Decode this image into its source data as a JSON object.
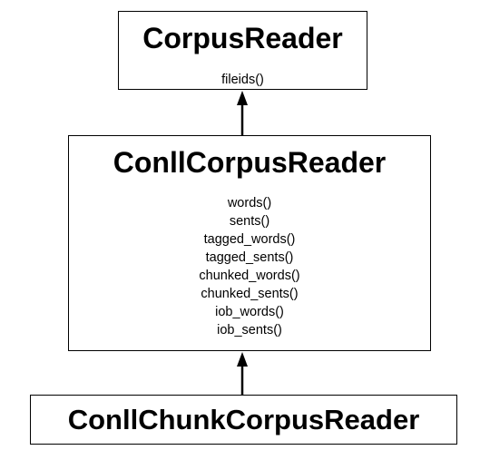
{
  "diagram": {
    "nodes": [
      {
        "id": "corpus_reader",
        "title": "CorpusReader",
        "methods": [
          "fileids()"
        ]
      },
      {
        "id": "conll_corpus_reader",
        "title": "ConllCorpusReader",
        "methods": [
          "words()",
          "sents()",
          "tagged_words()",
          "tagged_sents()",
          "chunked_words()",
          "chunked_sents()",
          "iob_words()",
          "iob_sents()"
        ]
      },
      {
        "id": "conll_chunk_corpus_reader",
        "title": "ConllChunkCorpusReader",
        "methods": []
      }
    ],
    "edges": [
      {
        "from": "conll_corpus_reader",
        "to": "corpus_reader",
        "type": "inheritance-arrow"
      },
      {
        "from": "conll_chunk_corpus_reader",
        "to": "conll_corpus_reader",
        "type": "inheritance-arrow"
      }
    ],
    "colors": {
      "stroke": "#000000",
      "background": "#ffffff",
      "text": "#000000"
    }
  }
}
